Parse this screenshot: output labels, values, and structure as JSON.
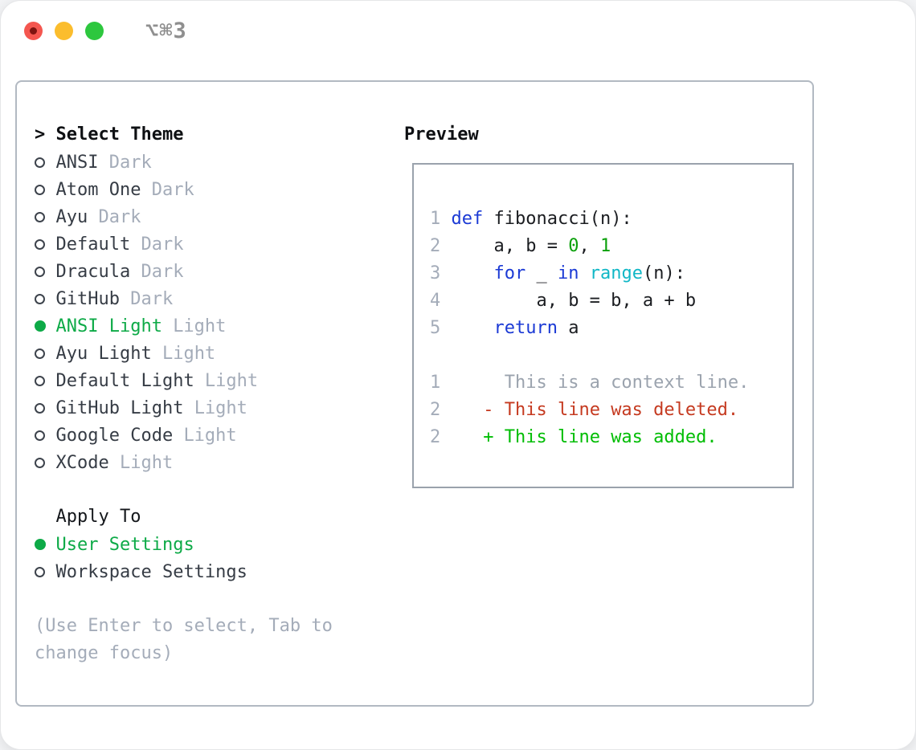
{
  "titlebar": {
    "shortcut": "⌥⌘3"
  },
  "theme_list": {
    "focus_marker": ">",
    "title": "Select Theme",
    "items": [
      {
        "name": "ANSI",
        "tag": "Dark",
        "selected": false
      },
      {
        "name": "Atom One",
        "tag": "Dark",
        "selected": false
      },
      {
        "name": "Ayu",
        "tag": "Dark",
        "selected": false
      },
      {
        "name": "Default",
        "tag": "Dark",
        "selected": false
      },
      {
        "name": "Dracula",
        "tag": "Dark",
        "selected": false
      },
      {
        "name": "GitHub",
        "tag": "Dark",
        "selected": false
      },
      {
        "name": "ANSI Light",
        "tag": "Light",
        "selected": true
      },
      {
        "name": "Ayu Light",
        "tag": "Light",
        "selected": false
      },
      {
        "name": "Default Light",
        "tag": "Light",
        "selected": false
      },
      {
        "name": "GitHub Light",
        "tag": "Light",
        "selected": false
      },
      {
        "name": "Google Code",
        "tag": "Light",
        "selected": false
      },
      {
        "name": "XCode",
        "tag": "Light",
        "selected": false
      }
    ]
  },
  "apply_to": {
    "title": "Apply To",
    "options": [
      {
        "label": "User Settings",
        "selected": true
      },
      {
        "label": "Workspace Settings",
        "selected": false
      }
    ]
  },
  "hint": {
    "line1": "(Use Enter to select, Tab to",
    "line2": "change focus)"
  },
  "preview": {
    "title": "Preview",
    "code_lines": [
      {
        "num": "1",
        "tokens": [
          {
            "t": "def",
            "c": "kw"
          },
          {
            "t": " fibonacci(n):",
            "c": "fg"
          }
        ]
      },
      {
        "num": "2",
        "tokens": [
          {
            "t": "    a, b = ",
            "c": "fg"
          },
          {
            "t": "0",
            "c": "num"
          },
          {
            "t": ", ",
            "c": "fg"
          },
          {
            "t": "1",
            "c": "num"
          }
        ]
      },
      {
        "num": "3",
        "tokens": [
          {
            "t": "    ",
            "c": "fg"
          },
          {
            "t": "for",
            "c": "kw"
          },
          {
            "t": " _ ",
            "c": "fg"
          },
          {
            "t": "in",
            "c": "kw"
          },
          {
            "t": " ",
            "c": "fg"
          },
          {
            "t": "range",
            "c": "fn"
          },
          {
            "t": "(n):",
            "c": "fg"
          }
        ]
      },
      {
        "num": "4",
        "tokens": [
          {
            "t": "        a, b = b, a + b",
            "c": "fg"
          }
        ]
      },
      {
        "num": "5",
        "tokens": [
          {
            "t": "    ",
            "c": "fg"
          },
          {
            "t": "return",
            "c": "kw"
          },
          {
            "t": " a",
            "c": "fg"
          }
        ]
      }
    ],
    "diff_lines": [
      {
        "num": "1",
        "tokens": [
          {
            "t": "     This is a context line.",
            "c": "ctx"
          }
        ]
      },
      {
        "num": "2",
        "tokens": [
          {
            "t": "   ",
            "c": "fg"
          },
          {
            "t": "- This line was deleted.",
            "c": "del"
          }
        ]
      },
      {
        "num": "2",
        "tokens": [
          {
            "t": "   ",
            "c": "fg"
          },
          {
            "t": "+ This line was added.",
            "c": "add"
          }
        ]
      }
    ]
  },
  "colors": {
    "selection_green": "#0daa47",
    "added_green": "#00bd04",
    "deleted_red": "#c53a20",
    "keyword_blue": "#1b3ad5",
    "function_cyan": "#10b7c6",
    "number_green": "#0aa00a",
    "muted_gray": "#a4acb9",
    "text_dark": "#363c45"
  }
}
